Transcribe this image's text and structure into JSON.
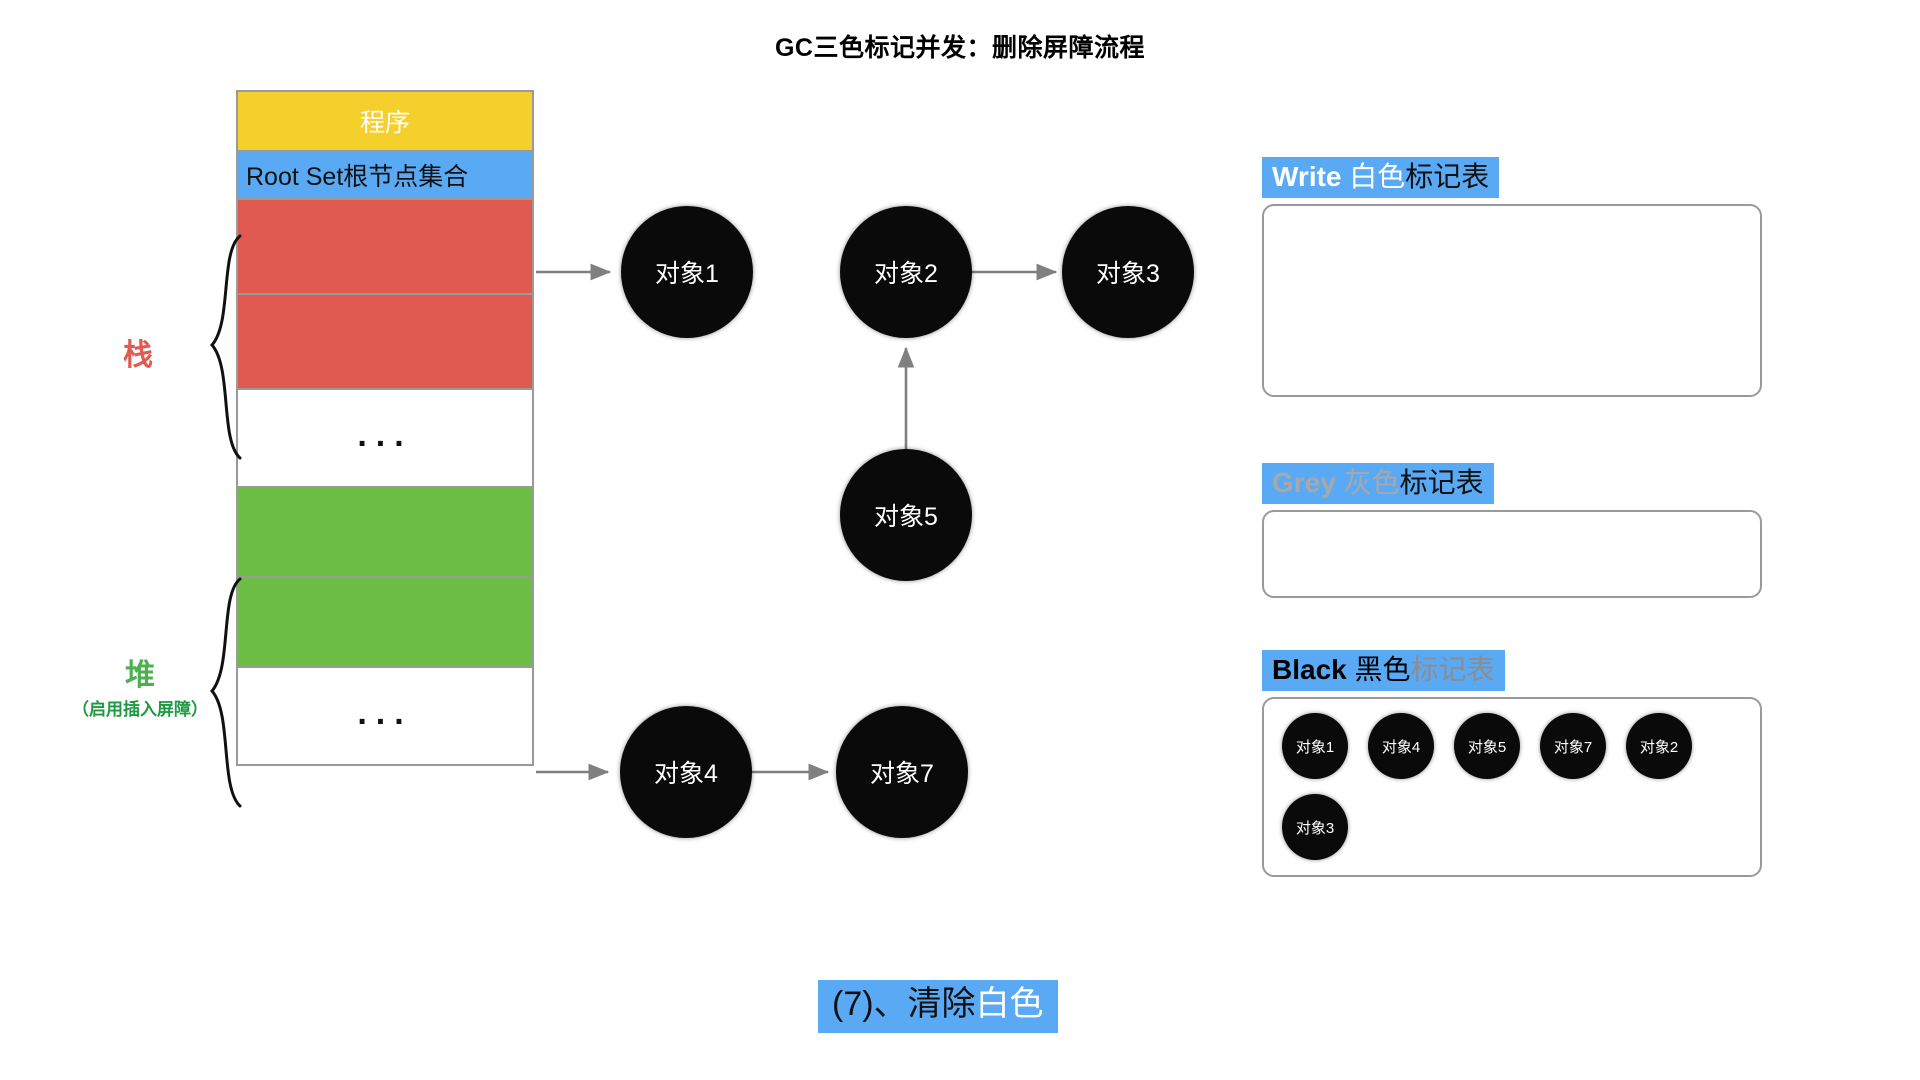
{
  "title": "GC三色标记并发：删除屏障流程",
  "memory_column": {
    "program_label": "程序",
    "root_set_label": "Root Set根节点集合",
    "stack_slots": [
      "",
      ""
    ],
    "stack_dots": "...",
    "heap_slots": [
      "",
      ""
    ],
    "heap_dots": "..."
  },
  "labels": {
    "stack": "栈",
    "heap": "堆",
    "heap_sub": "（启用插入屏障）"
  },
  "graph": {
    "nodes": [
      {
        "id": "obj1",
        "label": "对象1"
      },
      {
        "id": "obj2",
        "label": "对象2"
      },
      {
        "id": "obj3",
        "label": "对象3"
      },
      {
        "id": "obj5",
        "label": "对象5"
      },
      {
        "id": "obj4",
        "label": "对象4"
      },
      {
        "id": "obj7",
        "label": "对象7"
      }
    ],
    "edges": [
      {
        "from": "stack-slot-1",
        "to": "obj1"
      },
      {
        "from": "obj2",
        "to": "obj3"
      },
      {
        "from": "obj5",
        "to": "obj2"
      },
      {
        "from": "heap-slot-2",
        "to": "obj4"
      },
      {
        "from": "obj4",
        "to": "obj7"
      }
    ]
  },
  "tables": [
    {
      "id": "white",
      "title_en": "Write ",
      "title_cn_color": "白色",
      "title_cn_rest": "标记表",
      "items": []
    },
    {
      "id": "grey",
      "title_en": "Grey ",
      "title_cn_color": "灰色",
      "title_cn_rest": "标记表",
      "items": []
    },
    {
      "id": "black",
      "title_en": "Black ",
      "title_cn_color": "黑色",
      "title_cn_rest": "标记表",
      "items": [
        "对象1",
        "对象4",
        "对象5",
        "对象7",
        "对象2",
        "对象3"
      ]
    }
  ],
  "caption": {
    "prefix": "(7)、清除",
    "highlight": "白色"
  },
  "colors": {
    "yellow": "#F5D02C",
    "blue": "#59A9F5",
    "red": "#E05A52",
    "green": "#6CBE45",
    "node": "#0A0A0A",
    "border": "#9A9A9A",
    "arrow": "#808080"
  }
}
